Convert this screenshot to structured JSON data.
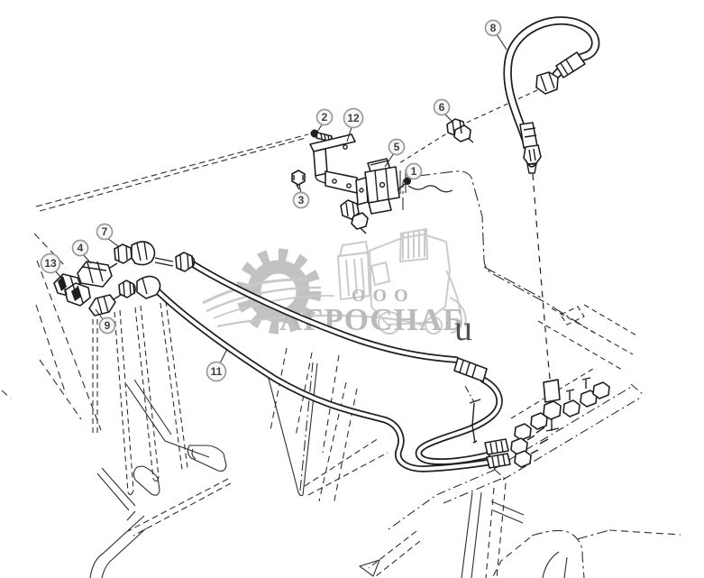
{
  "diagram": {
    "kind": "exploded parts diagram - hydraulic hoses and solenoid valve",
    "callouts": [
      {
        "label": "1"
      },
      {
        "label": "2"
      },
      {
        "label": "3"
      },
      {
        "label": "4"
      },
      {
        "label": "5"
      },
      {
        "label": "6"
      },
      {
        "label": "7"
      },
      {
        "label": "8"
      },
      {
        "label": "9"
      },
      {
        "label": "11"
      },
      {
        "label": "12"
      },
      {
        "label": "13"
      }
    ]
  },
  "watermark": {
    "org_form": "ООО",
    "company": "АГРОСНАБ",
    "stray_char": "u"
  },
  "colors": {
    "background": "#ffffff",
    "line": "#1f1f1f",
    "watermark_gray": "#b9b9b9",
    "callout_ring": "#9b9b9b",
    "callout_number": "#3f3f3f"
  }
}
